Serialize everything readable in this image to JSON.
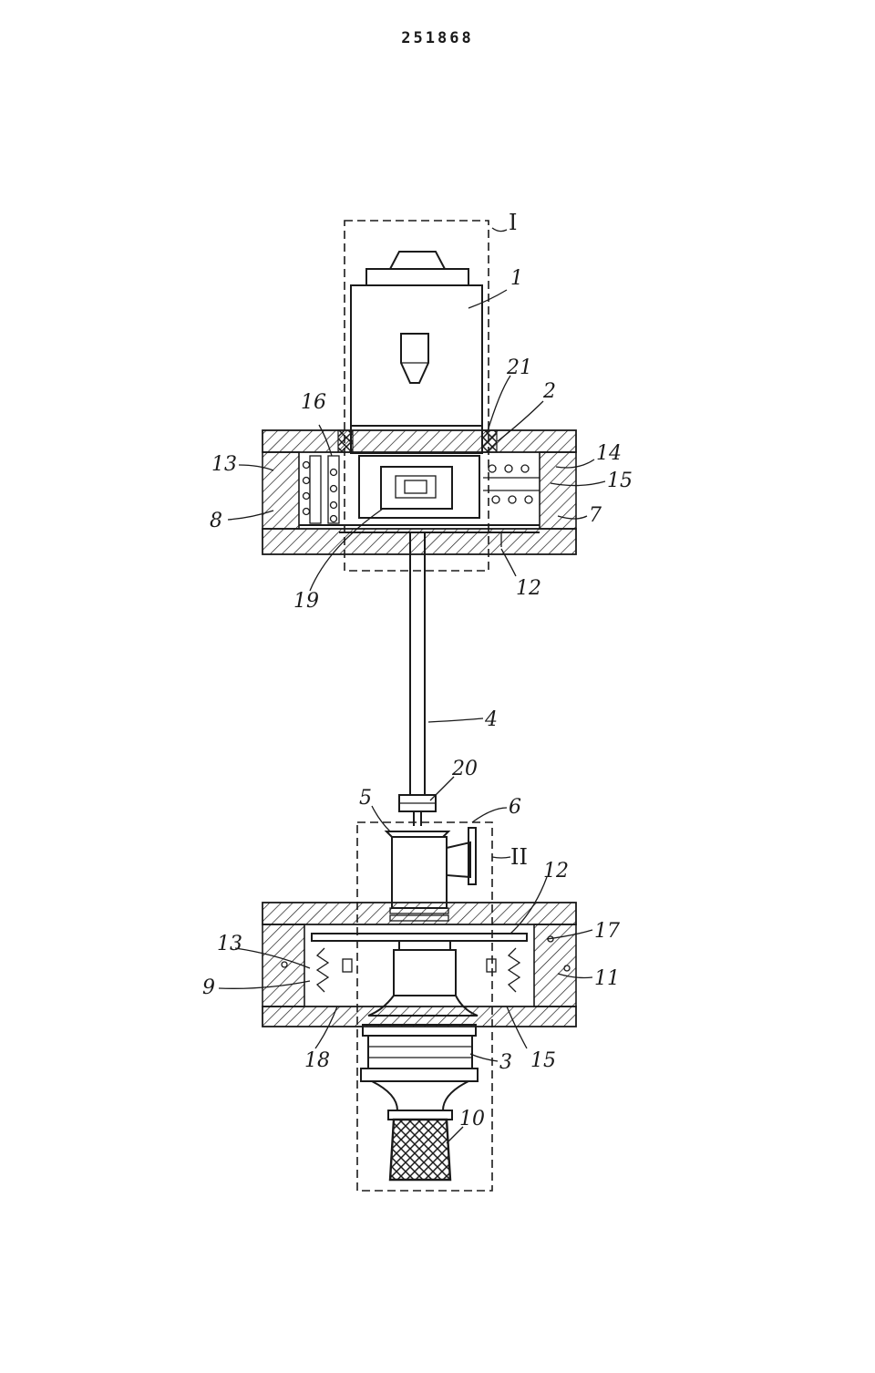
{
  "document": {
    "number": "251868"
  },
  "labels": {
    "I": "I",
    "II": "II",
    "l1": "1",
    "l2": "2",
    "l3": "3",
    "l4": "4",
    "l5": "5",
    "l6": "6",
    "l7": "7",
    "l8": "8",
    "l9": "9",
    "l10": "10",
    "l11": "11",
    "l12a": "12",
    "l12b": "12",
    "l13a": "13",
    "l13b": "13",
    "l14": "14",
    "l15a": "15",
    "l15b": "15",
    "l16": "16",
    "l17": "17",
    "l18": "18",
    "l19": "19",
    "l20": "20",
    "l21": "21"
  }
}
